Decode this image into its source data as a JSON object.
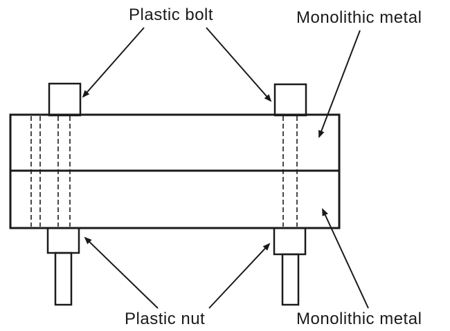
{
  "diagram": {
    "type": "technical-assembly-diagram",
    "description": "Cross-section of two monolithic metal plates fastened with plastic bolts and plastic nuts",
    "labels": {
      "plastic_bolt": "Plastic bolt",
      "monolithic_metal_top": "Monolithic metal",
      "plastic_nut": "Plastic nut",
      "monolithic_metal_bottom": "Monolithic metal"
    },
    "colors": {
      "line": "#1a1a1a",
      "background": "#ffffff"
    }
  }
}
